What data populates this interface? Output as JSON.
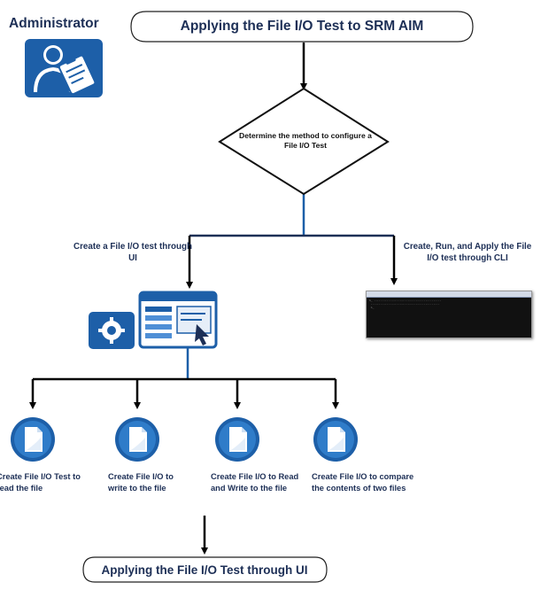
{
  "header": {
    "role": "Administrator",
    "title": "Applying the File I/O Test to SRM AIM"
  },
  "decision": {
    "label": "Determine the method to configure a File I/O Test"
  },
  "branches": {
    "ui": "Create a File I/O test through UI",
    "cli": "Create, Run, and Apply the File I/O test through CLI"
  },
  "leaves": [
    {
      "label": "Create File I/O Test to read the file"
    },
    {
      "label": "Create File I/O to write to the file"
    },
    {
      "label": "Create File I/O to Read and Write to the file"
    },
    {
      "label": "Create File I/O to compare the contents of two files"
    }
  ],
  "footer": {
    "end": "Applying the File I/O Test through UI"
  },
  "icons": {
    "role": "administrator-icon",
    "ui": "ui-config-icon",
    "cli": "cli-terminal-screenshot",
    "leaf": "document-icon"
  },
  "colors": {
    "accent": "#1d5fa8",
    "dark": "#1d2f56",
    "line": "#000000"
  }
}
